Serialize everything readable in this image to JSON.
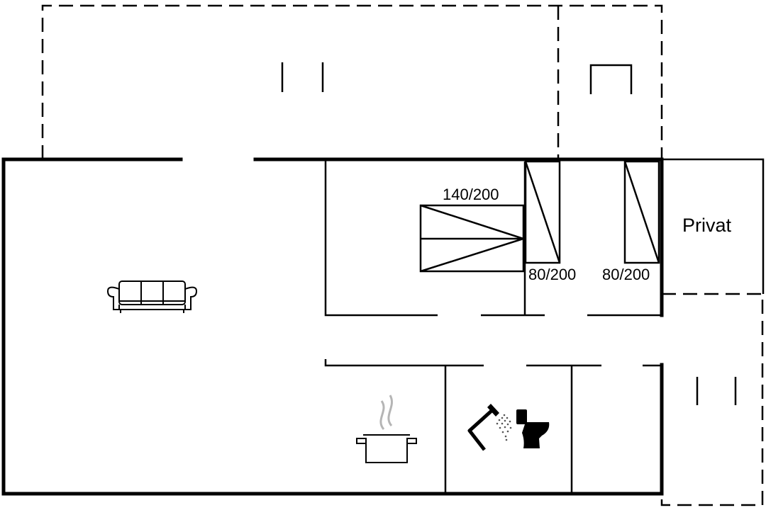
{
  "plan": {
    "labels": {
      "bed_double": "140/200",
      "bed_single_1": "80/200",
      "bed_single_2": "80/200",
      "room_privat": "Privat"
    },
    "icons": [
      "sofa-icon",
      "cooking-pot-icon",
      "shower-icon",
      "toilet-icon"
    ]
  }
}
